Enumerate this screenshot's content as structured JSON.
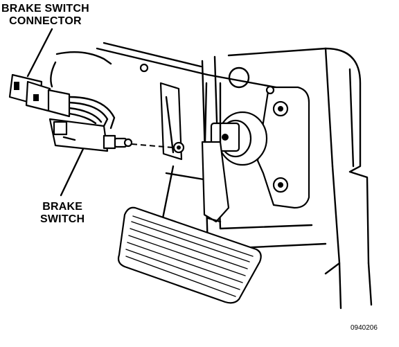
{
  "labels": {
    "brake_switch_connector_line1": "BRAKE SWITCH",
    "brake_switch_connector_line2": "CONNECTOR",
    "brake_switch_line1": "BRAKE",
    "brake_switch_line2": "SWITCH"
  },
  "figure_id": "0940206"
}
